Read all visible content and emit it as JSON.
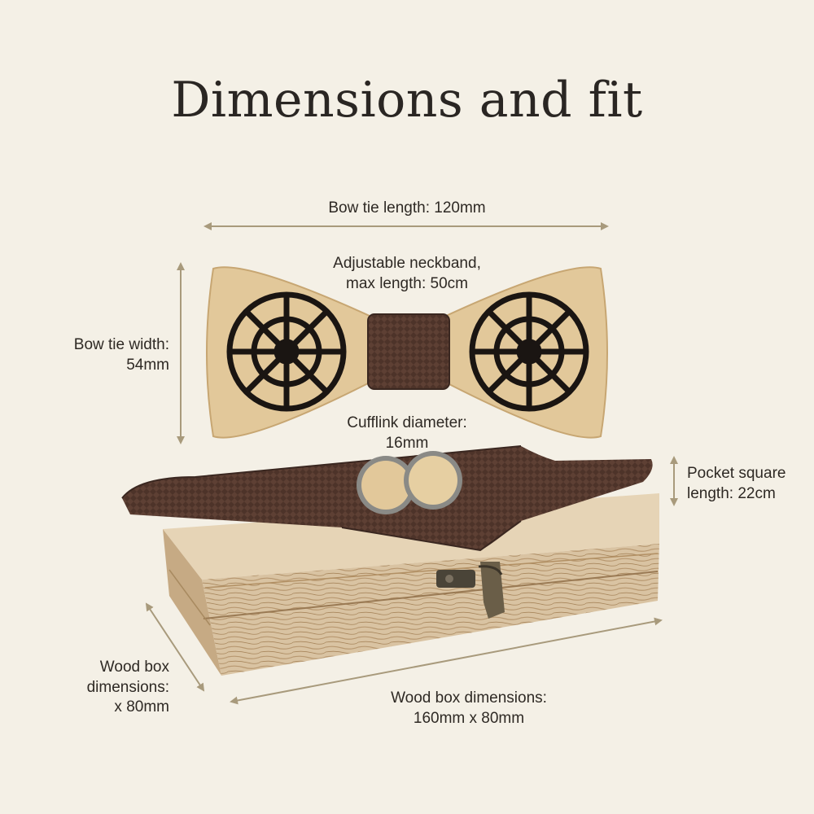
{
  "title": "Dimensions and fit",
  "labels": {
    "bow_tie_length": "Bow tie length: 120mm",
    "neckband_line1": "Adjustable neckband,",
    "neckband_line2": "max length: 50cm",
    "bow_tie_width_line1": "Bow tie width:",
    "bow_tie_width_line2": "54mm",
    "cufflink_line1": "Cufflink diameter:",
    "cufflink_line2": "16mm",
    "pocket_line1": "Pocket square",
    "pocket_line2": "length: 22cm",
    "box_side_line1": "Wood box",
    "box_side_line2": "dimensions:",
    "box_side_line3": "x 80mm",
    "box_front_line1": "Wood box dimensions:",
    "box_front_line2": "160mm x 80mm"
  },
  "colors": {
    "background": "#f4f0e6",
    "arrow": "#a89a7c",
    "wood_light": "#e2c89a",
    "wood_box": "#d8c2a0",
    "fabric": "#5a3d32",
    "engraving": "#1a1512"
  }
}
